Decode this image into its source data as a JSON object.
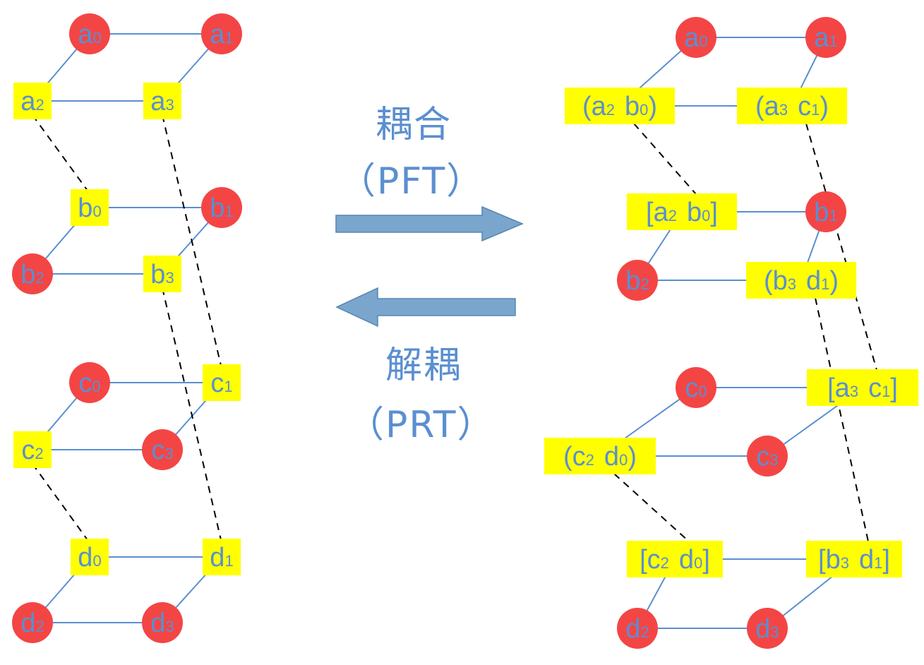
{
  "center": {
    "forward_title": "耦合",
    "forward_sub": "（PFT）",
    "backward_title": "解耦",
    "backward_sub": "（PRT）"
  },
  "colors": {
    "node_red": "#f44545",
    "node_yellow": "#ffff00",
    "text_blue": "#5b8fd0",
    "line_blue": "#5b8fd0",
    "arrow_fill": "#7aa6cd",
    "arrow_stroke": "#5585b0"
  },
  "left": {
    "nodes": {
      "a0": {
        "base": "a",
        "sub": "0"
      },
      "a1": {
        "base": "a",
        "sub": "1"
      },
      "a2": {
        "base": "a",
        "sub": "2"
      },
      "a3": {
        "base": "a",
        "sub": "3"
      },
      "b0": {
        "base": "b",
        "sub": "0"
      },
      "b1": {
        "base": "b",
        "sub": "1"
      },
      "b2": {
        "base": "b",
        "sub": "2"
      },
      "b3": {
        "base": "b",
        "sub": "3"
      },
      "c0": {
        "base": "c",
        "sub": "0"
      },
      "c1": {
        "base": "c",
        "sub": "1"
      },
      "c2": {
        "base": "c",
        "sub": "2"
      },
      "c3": {
        "base": "c",
        "sub": "3"
      },
      "d0": {
        "base": "d",
        "sub": "0"
      },
      "d1": {
        "base": "d",
        "sub": "1"
      },
      "d2": {
        "base": "d",
        "sub": "2"
      },
      "d3": {
        "base": "d",
        "sub": "3"
      }
    }
  },
  "right": {
    "nodes": {
      "a0": {
        "base": "a",
        "sub": "0"
      },
      "a1": {
        "base": "a",
        "sub": "1"
      },
      "a2b0_paren": {
        "open": "(",
        "b1": "a",
        "s1": "2",
        "b2": "b",
        "s2": "0",
        "close": ")"
      },
      "a3c1_paren": {
        "open": "(",
        "b1": "a",
        "s1": "3",
        "b2": "c",
        "s2": "1",
        "close": ")"
      },
      "a2b0_bracket": {
        "open": "[",
        "b1": "a",
        "s1": "2",
        "b2": "b",
        "s2": "0",
        "close": "]"
      },
      "b1": {
        "base": "b",
        "sub": "1"
      },
      "b2": {
        "base": "b",
        "sub": "2"
      },
      "b3d1_paren": {
        "open": "(",
        "b1": "b",
        "s1": "3",
        "b2": "d",
        "s2": "1",
        "close": ")"
      },
      "c0": {
        "base": "c",
        "sub": "0"
      },
      "a3c1_bracket": {
        "open": "[",
        "b1": "a",
        "s1": "3",
        "b2": "c",
        "s2": "1",
        "close": "]"
      },
      "c2d0_paren": {
        "open": "(",
        "b1": "c",
        "s1": "2",
        "b2": "d",
        "s2": "0",
        "close": ")"
      },
      "c3": {
        "base": "c",
        "sub": "3"
      },
      "c2d0_bracket": {
        "open": "[",
        "b1": "c",
        "s1": "2",
        "b2": "d",
        "s2": "0",
        "close": "]"
      },
      "b3d1_bracket": {
        "open": "[",
        "b1": "b",
        "s1": "3",
        "b2": "d",
        "s2": "1",
        "close": "]"
      },
      "d2": {
        "base": "d",
        "sub": "2"
      },
      "d3": {
        "base": "d",
        "sub": "3"
      }
    }
  }
}
